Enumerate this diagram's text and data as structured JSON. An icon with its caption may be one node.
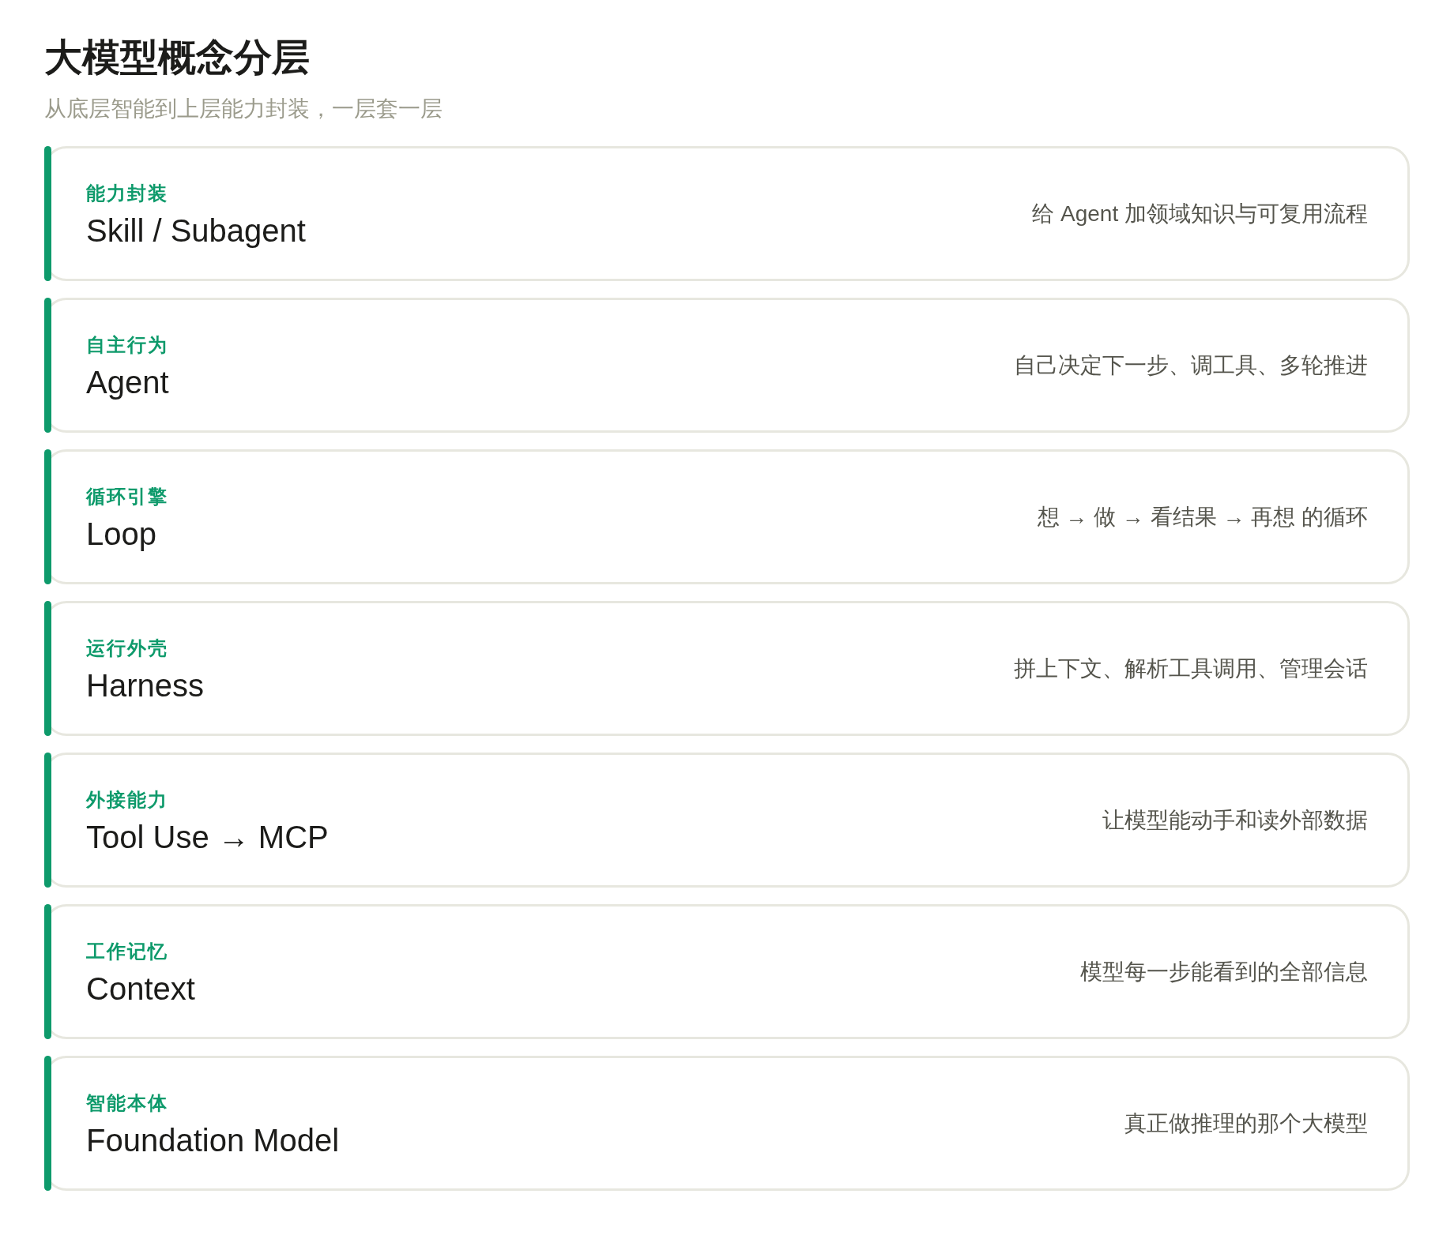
{
  "diagram": {
    "title": "大模型概念分层",
    "nodes": [
      {
        "text": [
          "能力封装",
          "Skill / Subagent",
          "给 Agent 加领域知识与可复用流程"
        ]
      },
      {
        "text": [
          "自主行为",
          "Agent",
          "自己决定下一步、调工具、多轮推进"
        ]
      },
      {
        "text": [
          "循环引擎",
          "Loop",
          "想 → 做 → 看结果 → 再想 的循环"
        ]
      },
      {
        "text": [
          "运行外壳",
          "Harness",
          "拼上下文、解析工具调用、管理会话"
        ]
      },
      {
        "text": [
          "外接能力",
          "Tool Use → MCP",
          "让模型能动手和读外部数据"
        ]
      },
      {
        "text": [
          "工作记忆",
          "Context",
          "模型每一步能看到的全部信息"
        ]
      },
      {
        "text": [
          "智能本体",
          "Foundation Model",
          "真正做推理的那个大模型"
        ]
      }
    ],
    "labels": [
      "从底层智能到上层能力封装，一层套一层"
    ]
  }
}
